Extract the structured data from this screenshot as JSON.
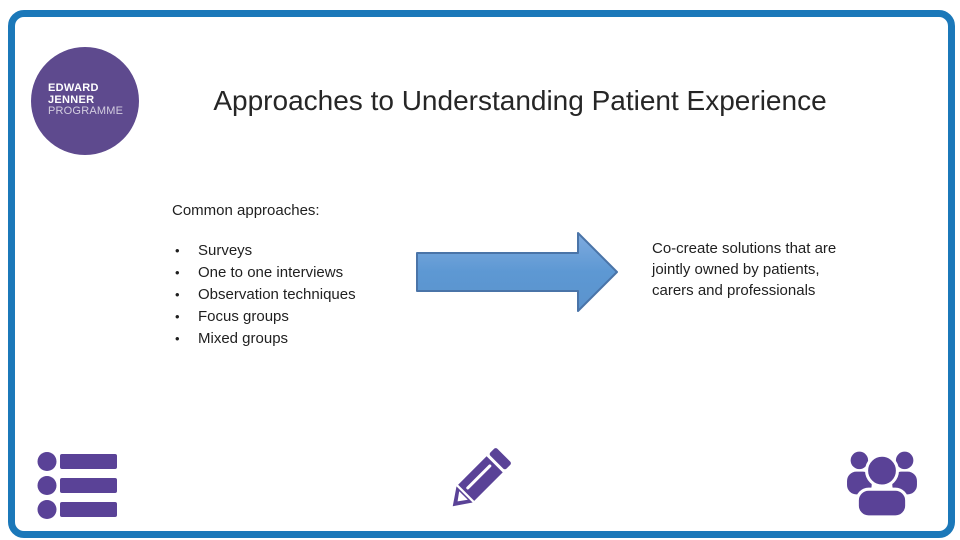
{
  "slide": {
    "logo": {
      "lines": [
        "EDWARD",
        "JENNER",
        "PROGRAMME"
      ]
    },
    "title": "Approaches to Understanding Patient Experience",
    "heading": "Common approaches:",
    "bullets": [
      "Surveys",
      "One to one interviews",
      "Observation techniques",
      "Focus groups",
      "Mixed groups"
    ],
    "callout_lines": [
      "Co-create solutions that are",
      "jointly owned by patients,",
      "carers and professionals"
    ],
    "icons": {
      "bottom_left": "bulleted-list-icon",
      "bottom_center": "pencil-icon",
      "bottom_right": "people-group-icon",
      "middle": "right-arrow-shape"
    },
    "colors": {
      "border_blue": "#1b78b9",
      "icon_purple": "#5a4297",
      "logo_purple": "#5e4a8e",
      "arrow_fill": "#5d98d3",
      "arrow_stroke": "#4a74a8",
      "text": "#1f1f1f"
    }
  }
}
